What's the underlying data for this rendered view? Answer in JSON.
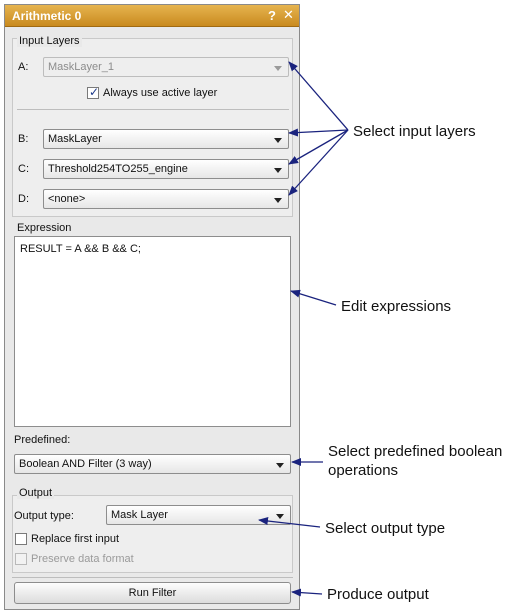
{
  "window": {
    "title": "Arithmetic 0",
    "help_label": "?",
    "close_label": "✕"
  },
  "input_layers": {
    "group_title": "Input Layers",
    "a": {
      "label": "A:",
      "value": "MaskLayer_1",
      "enabled": false
    },
    "always_use_active": {
      "label": "Always use active layer",
      "checked": true
    },
    "b": {
      "label": "B:",
      "value": "MaskLayer"
    },
    "c": {
      "label": "C:",
      "value": "Threshold254TO255_engine"
    },
    "d": {
      "label": "D:",
      "value": "<none>"
    }
  },
  "expression": {
    "group_title": "Expression",
    "text": "RESULT = A && B && C;"
  },
  "predefined": {
    "label": "Predefined:",
    "value": "Boolean AND Filter (3 way)"
  },
  "output": {
    "group_title": "Output",
    "type_label": "Output type:",
    "type_value": "Mask Layer",
    "replace_first": {
      "label": "Replace first input",
      "checked": false
    },
    "preserve_format": {
      "label": "Preserve data format",
      "checked": false,
      "enabled": false
    }
  },
  "run_button": {
    "label": "Run Filter"
  },
  "annotations": {
    "select_input_layers": "Select input layers",
    "edit_expressions": "Edit expressions",
    "select_predefined_line1": "Select predefined boolean",
    "select_predefined_line2": "operations",
    "select_output_type": "Select output type",
    "produce_output": "Produce output"
  },
  "colors": {
    "title_bar": "#d49a2d",
    "arrow": "#1a237e"
  }
}
